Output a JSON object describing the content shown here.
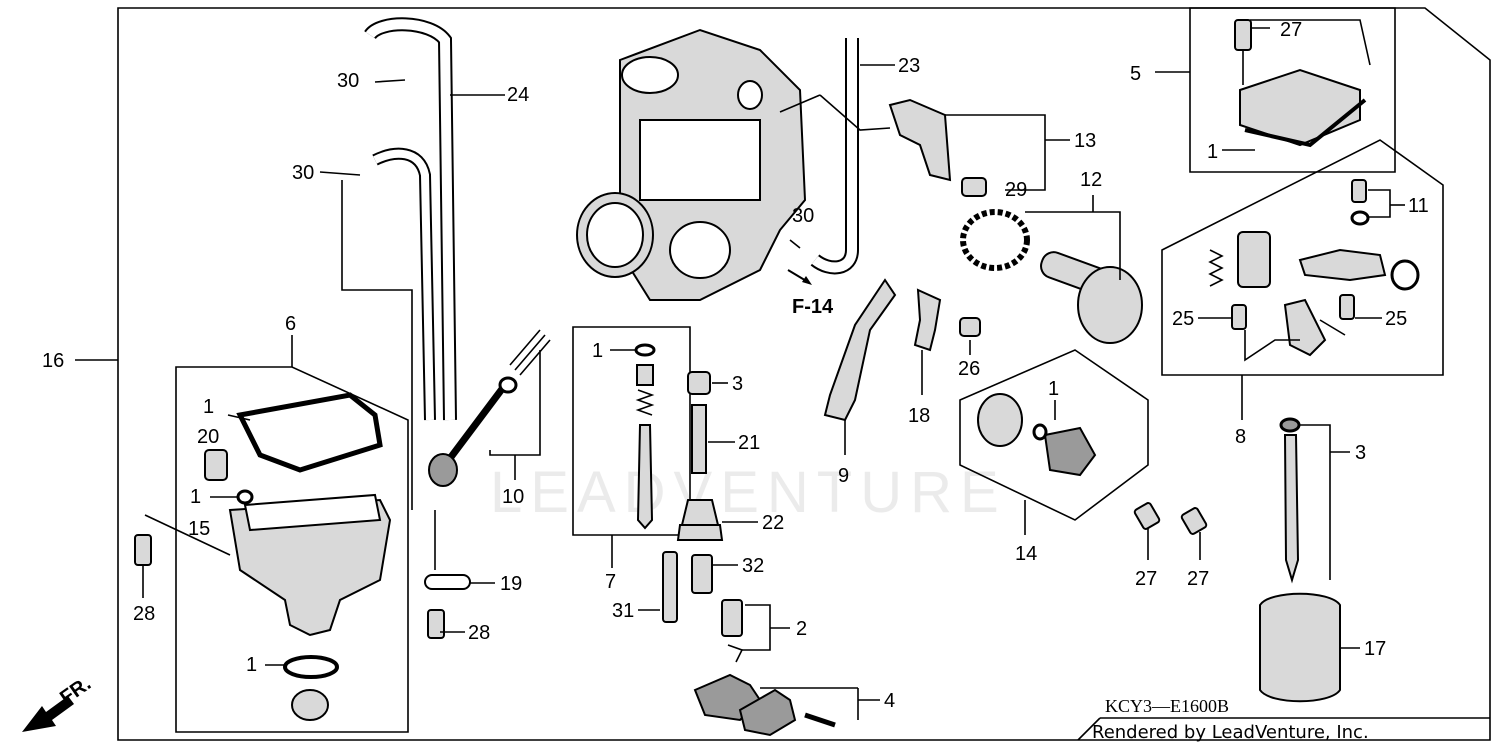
{
  "diagram_code": "KCY3—E1600B",
  "credit": "Rendered by LeadVenture, Inc.",
  "watermark": "LEADVENTURE",
  "front_marker": "FR.",
  "reference": "F-14",
  "callouts": {
    "c1a": "1",
    "c1b": "1",
    "c1c": "1",
    "c1d": "1",
    "c1e": "1",
    "c1f": "1",
    "c2": "2",
    "c3a": "3",
    "c3b": "3",
    "c4": "4",
    "c5": "5",
    "c6": "6",
    "c7": "7",
    "c8": "8",
    "c9": "9",
    "c10": "10",
    "c11": "11",
    "c12": "12",
    "c13": "13",
    "c14": "14",
    "c15": "15",
    "c16": "16",
    "c17": "17",
    "c18": "18",
    "c19": "19",
    "c20": "20",
    "c21": "21",
    "c22": "22",
    "c23": "23",
    "c24": "24",
    "c25a": "25",
    "c25b": "25",
    "c26": "26",
    "c27a": "27",
    "c27b": "27",
    "c27c": "27",
    "c28a": "28",
    "c28b": "28",
    "c29": "29",
    "c30a": "30",
    "c30b": "30",
    "c30c": "30",
    "c31": "31",
    "c32": "32"
  }
}
